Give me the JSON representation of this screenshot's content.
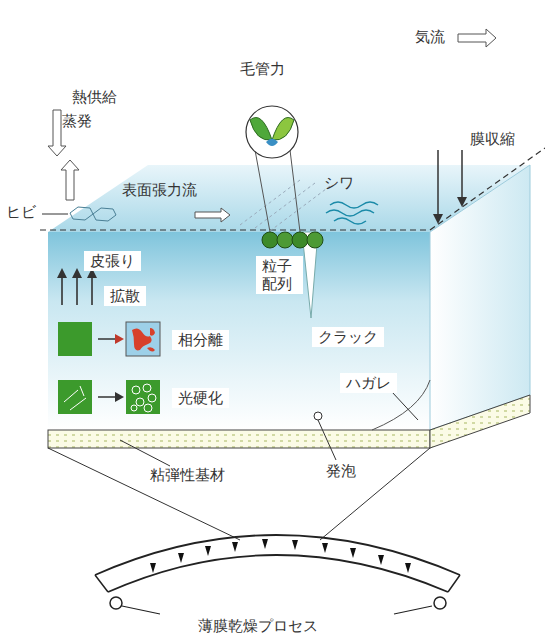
{
  "diagram": {
    "labels": [
      "熱供給",
      "蒸発",
      "毛管力",
      "気流",
      "膜収縮",
      "ヒビ",
      "表面張力流",
      "シワ",
      "皮張り",
      "粒子 配列",
      "拡散",
      "相分離",
      "クラック",
      "光硬化",
      "ハガレ",
      "粘弾性基材",
      "発泡",
      "薄膜乾燥プロセス"
    ]
  }
}
